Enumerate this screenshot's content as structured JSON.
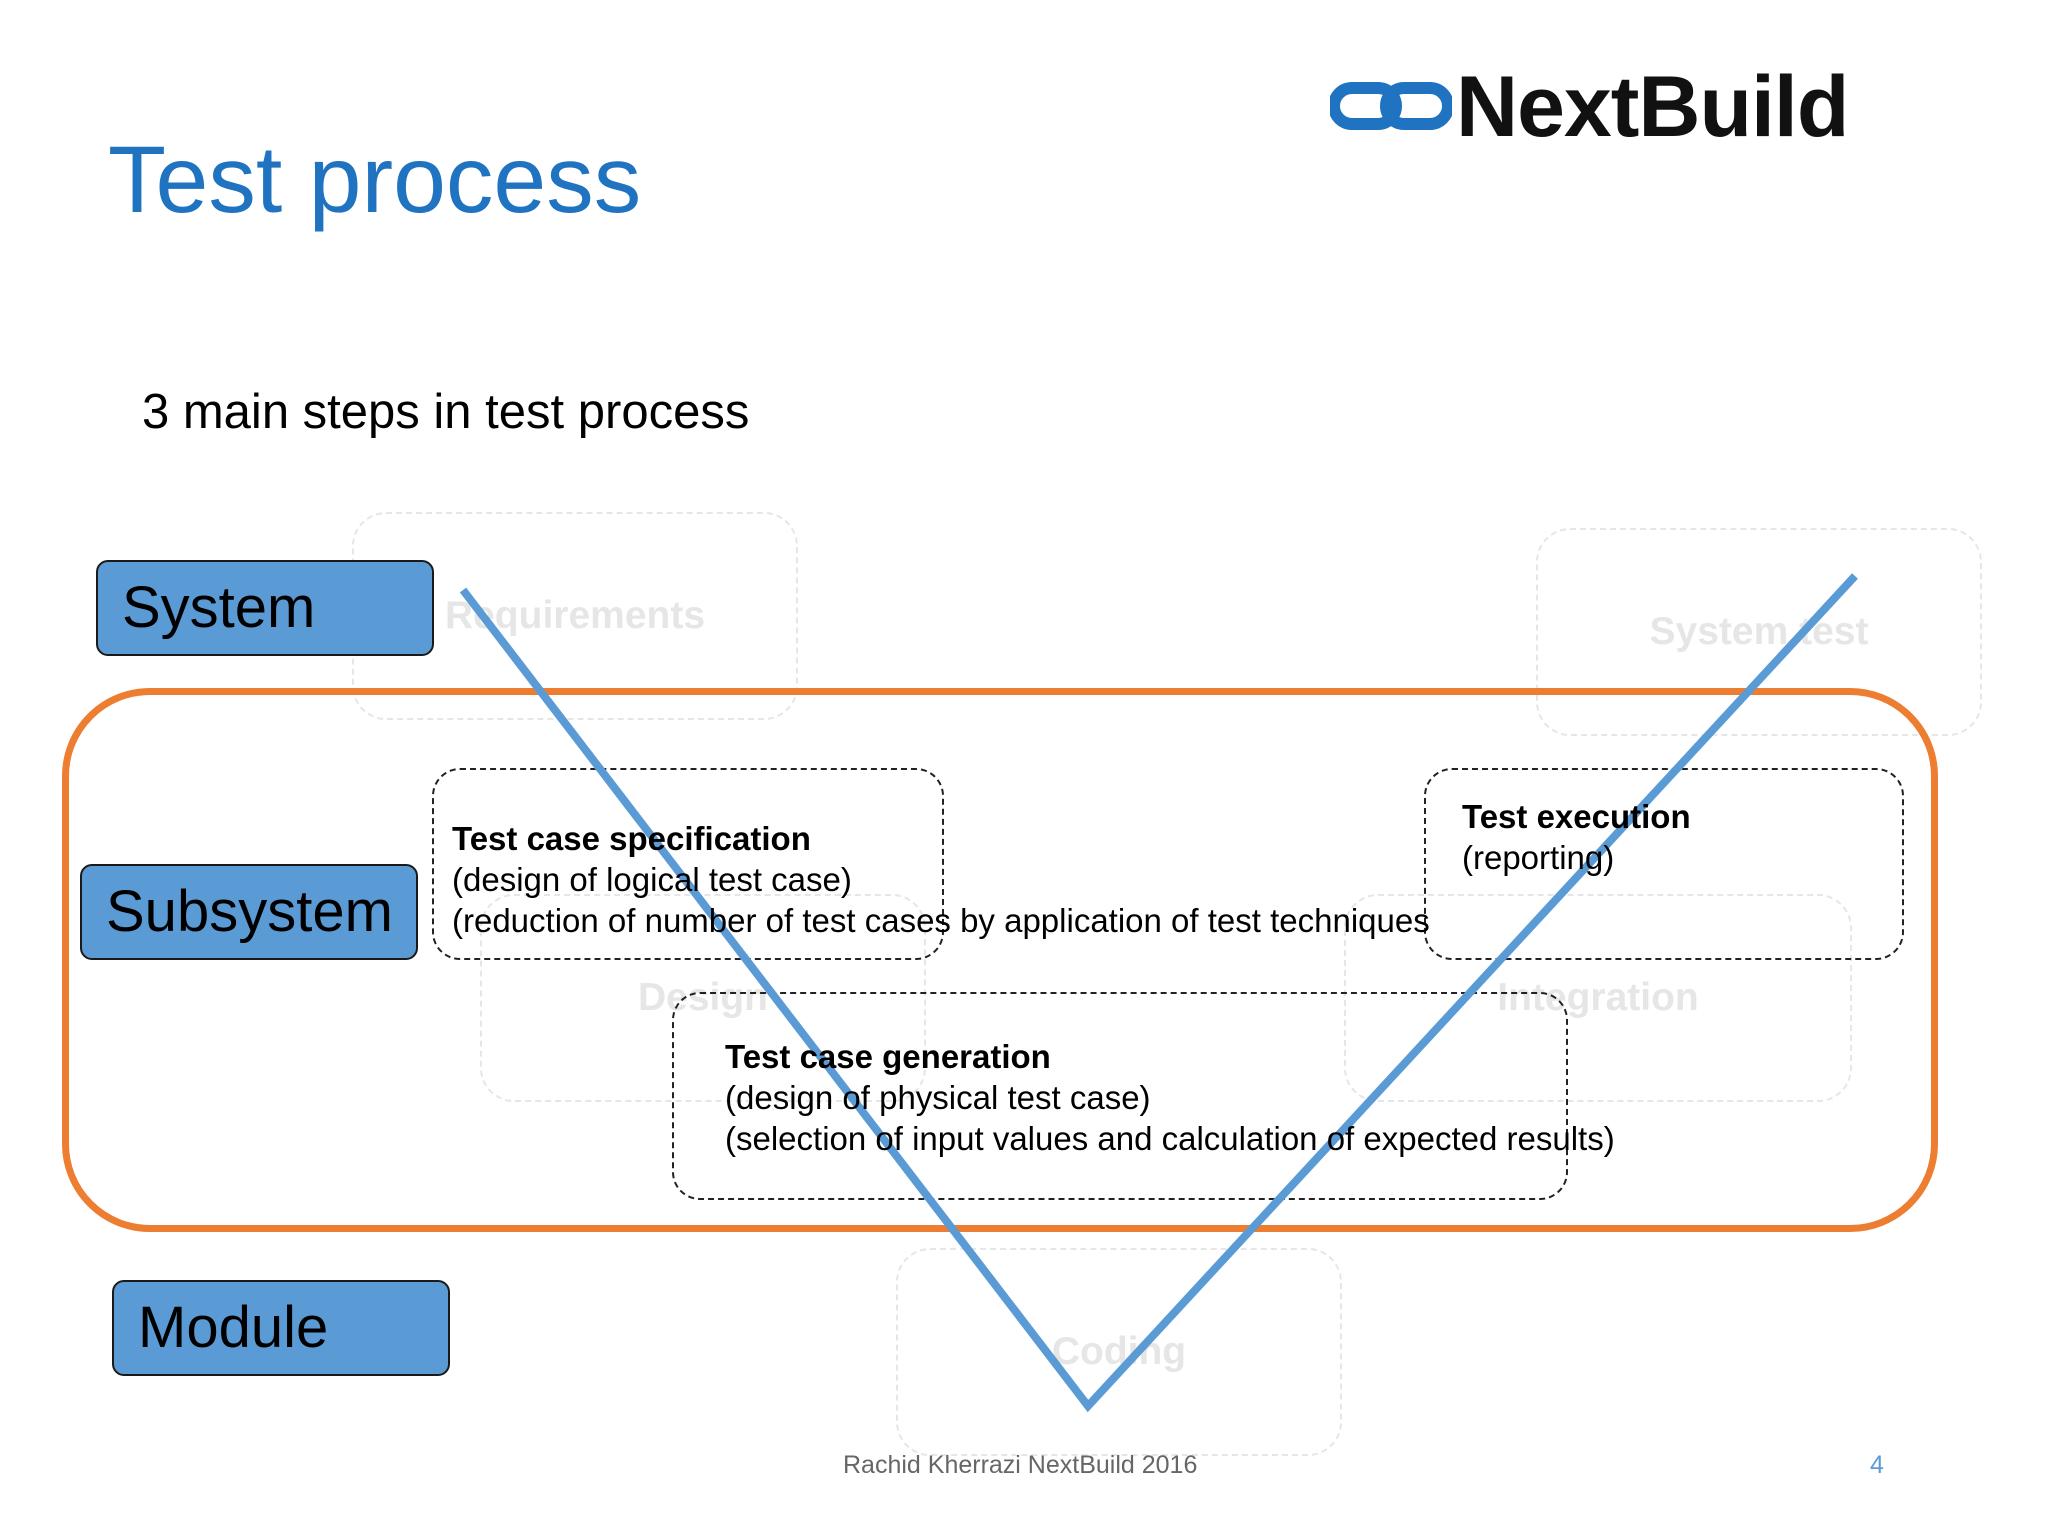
{
  "slide": {
    "title": "Test process",
    "subtitle": "3 main steps in test process",
    "footer": "Rachid Kherrazi NextBuild 2016",
    "page_number": "4"
  },
  "logo": {
    "text": "NextBuild",
    "icon": "chain-link-icon",
    "icon_color": "#1f73c0"
  },
  "levels": {
    "system": "System",
    "subsystem": "Subsystem",
    "module": "Module"
  },
  "v_model_stages": {
    "requirements": "Requirements",
    "system_test": "System test",
    "design": "Design",
    "integration": "Integration",
    "coding": "Coding"
  },
  "steps": {
    "specification": {
      "heading": "Test case specification",
      "line1": "(design of logical test case)",
      "line2": "(reduction of number of test cases by application of test techniques"
    },
    "execution": {
      "heading": "Test execution",
      "line1": "(reporting)"
    },
    "generation": {
      "heading": "Test case generation",
      "line1": "(design of physical test case)",
      "line2": "(selection of input values and calculation of expected results)"
    }
  },
  "colors": {
    "title": "#1f73c0",
    "level_fill": "#5b9bd5",
    "highlight": "#ed7d31",
    "v_line": "#5b9bd5"
  }
}
